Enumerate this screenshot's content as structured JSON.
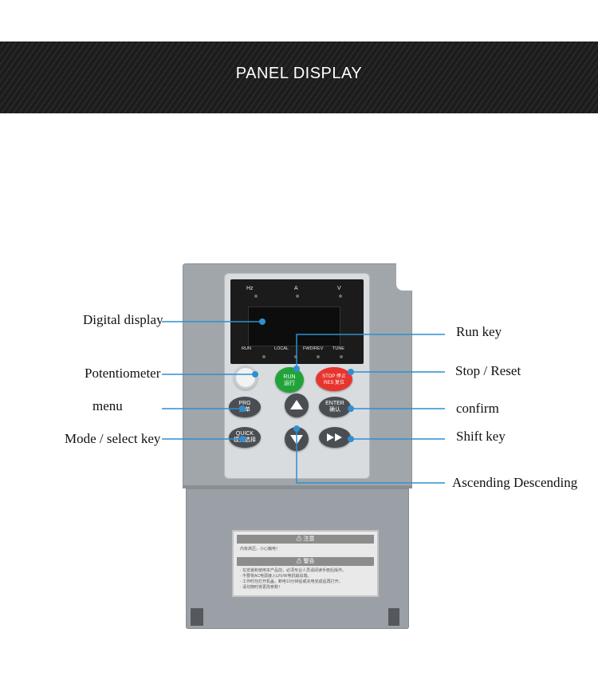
{
  "header": {
    "title": "PANEL DISPLAY"
  },
  "display": {
    "units": [
      "Hz",
      "A",
      "V"
    ],
    "status": [
      "RUN",
      "LOCAL",
      "FWD/REV",
      "TUNE"
    ]
  },
  "keys": {
    "run": {
      "en": "RUN",
      "cn": "运行"
    },
    "stop": {
      "en": "STOP 停止",
      "cn": "RES 复位"
    },
    "prg": {
      "en": "PRG",
      "cn": "菜单"
    },
    "enter": {
      "en": "ENTER",
      "cn": "确认"
    },
    "quick": {
      "en": "QUICK",
      "cn": "模式选择"
    }
  },
  "warning_label": {
    "caution_title": "⚠ 注意",
    "caution_line": "内有高压，小心触电！",
    "warning_title": "⚠ 警告",
    "warning_lines": [
      "· 在安装和使用本产品前，必须专业人员请阅读手册后操作。",
      "· 不要将AC电源接入U/V/W电机输出端。",
      "· 工作时勿打开机盖，断电10分钟后或充电完成后再打开。",
      "· 请勿随时将更改参数！"
    ]
  },
  "callouts": {
    "digital_display": "Digital display",
    "potentiometer": "Potentiometer",
    "menu": "menu",
    "mode_select": "Mode / select key",
    "run_key": "Run key",
    "stop_reset": "Stop / Reset",
    "confirm": "confirm",
    "shift_key": "Shift key",
    "ascending_descending": "Ascending Descending"
  },
  "colors": {
    "leader_line": "#2f8fd0",
    "run_key": "#22a33a",
    "stop_key": "#e8342e",
    "banner": "#1c1c1c"
  }
}
